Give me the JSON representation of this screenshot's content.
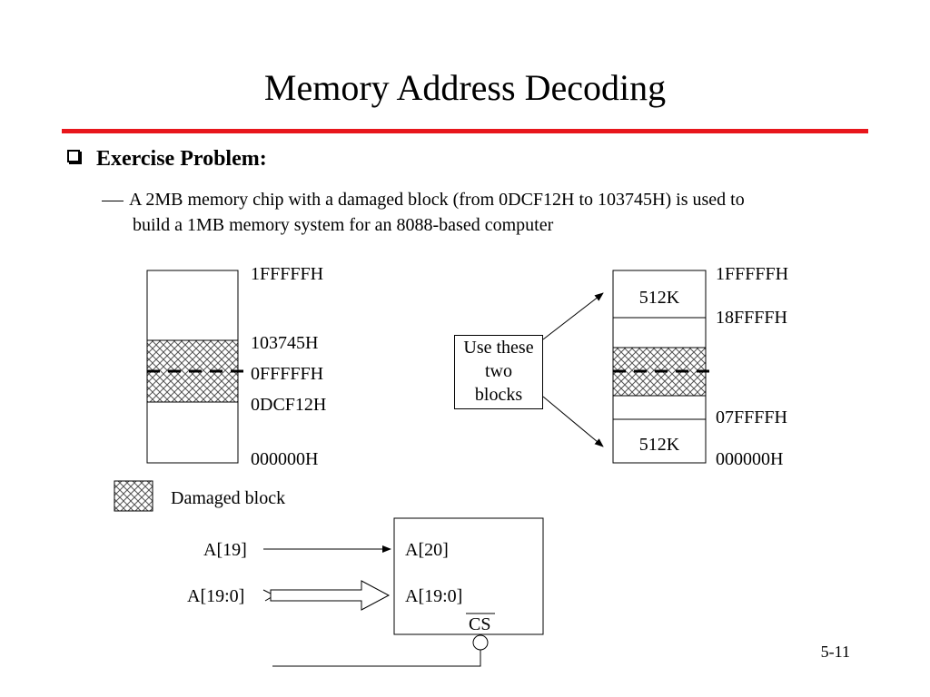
{
  "slide": {
    "title": "Memory Address Decoding",
    "heading": "Exercise Problem:",
    "problem_line1": "A 2MB memory chip with a damaged block (from 0DCF12H to 103745H) is used to",
    "problem_line2": "build a 1MB memory system for an 8088-based computer",
    "page_number": "5-11"
  },
  "left_memory": {
    "addresses": [
      "1FFFFFH",
      "103745H",
      "0FFFFFH",
      "0DCF12H",
      "000000H"
    ]
  },
  "callout": {
    "line1": "Use these",
    "line2": "two",
    "line3": "blocks"
  },
  "right_memory": {
    "top_block": "512K",
    "bottom_block": "512K",
    "addresses": [
      "1FFFFFH",
      "18FFFFH",
      "07FFFFH",
      "000000H"
    ]
  },
  "legend": {
    "label": "Damaged block"
  },
  "decoder": {
    "input1": "A[19]",
    "input2": "A[19:0]",
    "pin1": "A[20]",
    "pin2": "A[19:0]",
    "pin3": "CS"
  },
  "colors": {
    "rule": "#e8161c"
  }
}
